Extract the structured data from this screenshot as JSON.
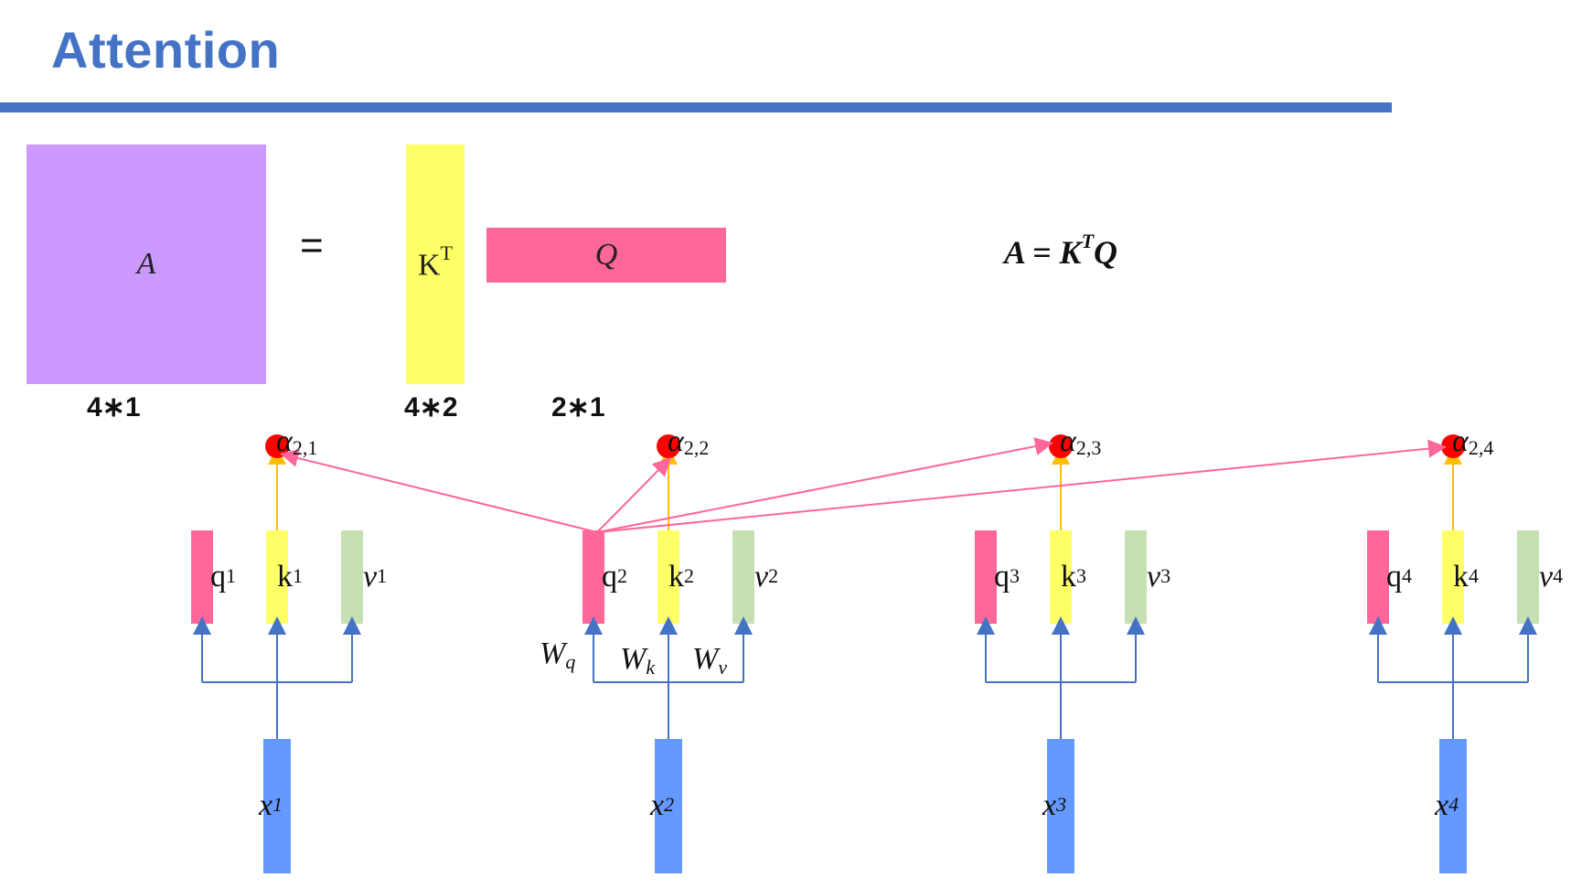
{
  "title": "Attention",
  "matrix": {
    "a_label": "A",
    "equals": "=",
    "kt_base": "K",
    "kt_sup": "T",
    "q_label": "Q",
    "a_dim": "4∗1",
    "kt_dim": "4∗2",
    "q_dim": "2∗1"
  },
  "formula": {
    "lhs": "A = K",
    "sup": "T",
    "rhs": "Q"
  },
  "tokens": [
    {
      "x": "x",
      "idx": "1",
      "q": "q",
      "k": "k",
      "v": "v",
      "alpha": "α",
      "alpha_sub": "2,1"
    },
    {
      "x": "x",
      "idx": "2",
      "q": "q",
      "k": "k",
      "v": "v",
      "alpha": "α",
      "alpha_sub": "2,2"
    },
    {
      "x": "x",
      "idx": "3",
      "q": "q",
      "k": "k",
      "v": "v",
      "alpha": "α",
      "alpha_sub": "2,3"
    },
    {
      "x": "x",
      "idx": "4",
      "q": "q",
      "k": "k",
      "v": "v",
      "alpha": "α",
      "alpha_sub": "2,4"
    }
  ],
  "weights": {
    "wq": "W",
    "wq_sub": "q",
    "wk": "W",
    "wk_sub": "k",
    "wv": "W",
    "wv_sub": "v"
  },
  "colors": {
    "title": "#4472c4",
    "a_matrix": "#cc99ff",
    "k_vector": "#ffff66",
    "q_vector": "#ff6699",
    "v_vector": "#c6e0b4",
    "x_vector": "#6699ff",
    "input_lines": "#4472c4",
    "k_arrow": "#ffc000",
    "attention_arrows": "#ff6699",
    "alpha_dot": "#ff0000"
  }
}
